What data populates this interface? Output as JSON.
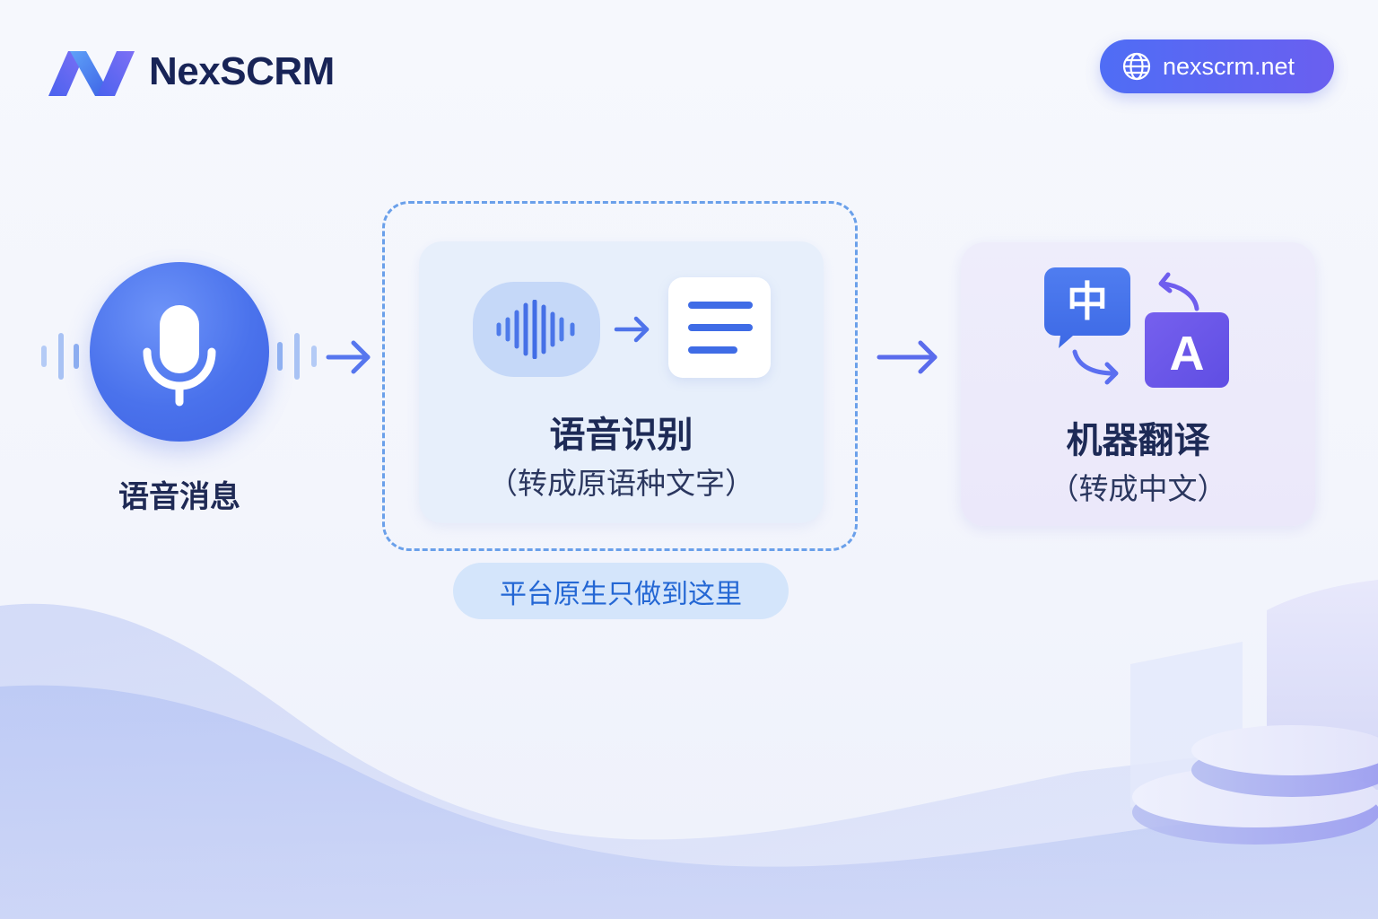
{
  "brand": {
    "name": "NexSCRM"
  },
  "site": {
    "domain": "nexscrm.net"
  },
  "steps": [
    {
      "title": "语音消息"
    },
    {
      "title": "语音识别",
      "subtitle": "（转成原语种文字）",
      "badge": "平台原生只做到这里"
    },
    {
      "title": "机器翻译",
      "subtitle": "（转成中文）",
      "icon_glyphs": {
        "source": "中",
        "target": "A"
      }
    }
  ],
  "icons": [
    "logo-n",
    "globe-icon",
    "microphone-icon",
    "sound-wave-icon",
    "arrow-right-icon",
    "document-lines-icon",
    "translate-icon"
  ],
  "colors": {
    "brand_dark": "#182457",
    "primary_blue": "#4a72ec",
    "accent_violet": "#6a5ff0",
    "badge_text": "#2467d4",
    "dashed_border": "#6aa0ea"
  }
}
